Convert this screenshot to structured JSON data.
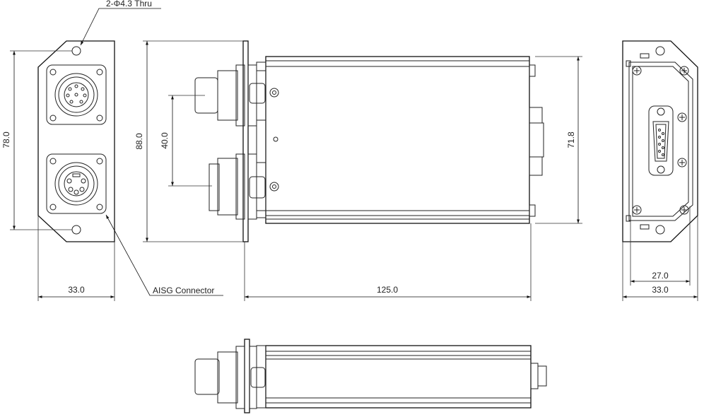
{
  "labels": {
    "hole_note": "2-Φ4.3 Thru",
    "connector_note": "AISG Connector"
  },
  "dimensions": {
    "front_height": "78.0",
    "front_width": "33.0",
    "side_height": "88.0",
    "side_spacing": "40.0",
    "body_length": "125.0",
    "body_height": "71.8",
    "rear_inner_width": "27.0",
    "rear_width": "33.0"
  }
}
